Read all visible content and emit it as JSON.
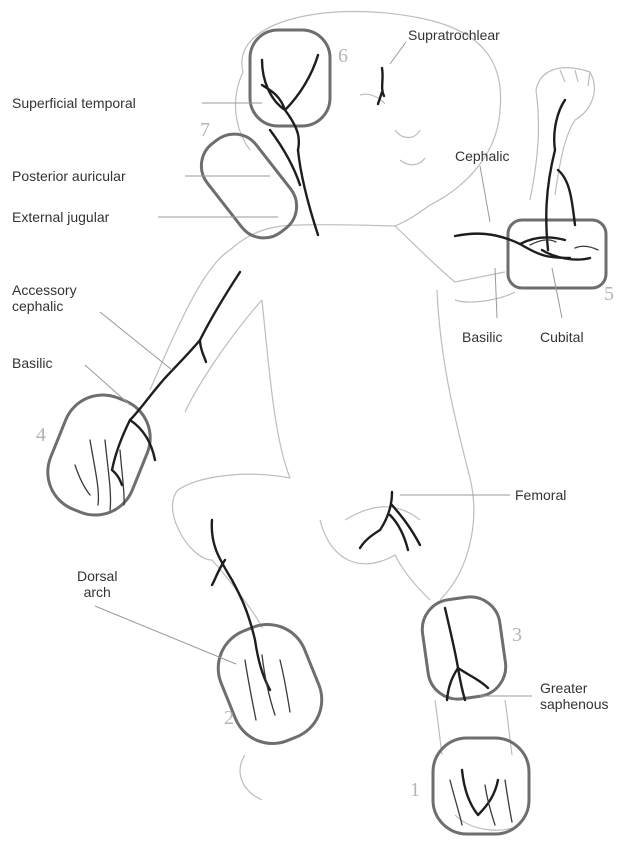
{
  "labels": {
    "supratrochlear": "Supratrochlear",
    "superficial_temporal": "Superficial temporal",
    "posterior_auricular": "Posterior auricular",
    "external_jugular": "External jugular",
    "cephalic": "Cephalic",
    "accessory_cephalic": "Accessory\ncephalic",
    "basilic_left": "Basilic",
    "basilic_right": "Basilic",
    "cubital": "Cubital",
    "femoral": "Femoral",
    "dorsal_arch": "Dorsal\narch",
    "greater_saphenous": "Greater\nsaphenous"
  },
  "site_numbers": {
    "head_top": "6",
    "head_side": "7",
    "left_hand": "4",
    "right_arm": "5",
    "left_foot": "2",
    "right_leg": "3",
    "right_foot": "1"
  },
  "colors": {
    "vein": "#1e1e1e",
    "zone": "#6e6e6e",
    "outline": "#bdbdbd",
    "text": "#333333",
    "number": "#b4b4b4"
  }
}
